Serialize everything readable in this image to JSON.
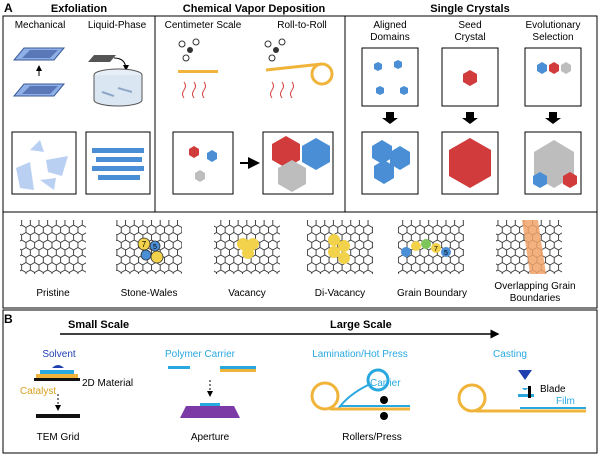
{
  "panel_a": {
    "letter": "A",
    "exfoliation": {
      "title": "Exfoliation",
      "mechanical": "Mechanical",
      "liquid_phase": "Liquid-Phase"
    },
    "cvd": {
      "title": "Chemical Vapor Deposition",
      "centimeter": "Centimeter Scale",
      "roll": "Roll-to-Roll"
    },
    "single": {
      "title": "Single Crystals",
      "aligned_1": "Aligned",
      "aligned_2": "Domains",
      "seed_1": "Seed",
      "seed_2": "Crystal",
      "evo_1": "Evolutionary",
      "evo_2": "Selection"
    },
    "defects": {
      "pristine": "Pristine",
      "stone_wales": "Stone-Wales",
      "vacancy": "Vacancy",
      "di_vacancy": "Di-Vacancy",
      "grain_boundary": "Grain Boundary",
      "overlap_1": "Overlapping Grain",
      "overlap_2": "Boundaries",
      "ring7": "7",
      "ring5": "5"
    }
  },
  "panel_b": {
    "letter": "B",
    "small_scale": "Small Scale",
    "large_scale": "Large Scale",
    "solvent": "Solvent",
    "material": "2D Material",
    "catalyst": "Catalyst",
    "tem_grid": "TEM Grid",
    "polymer_carrier": "Polymer Carrier",
    "aperture": "Aperture",
    "lamination": "Lamination/Hot Press",
    "carrier": "Carrier",
    "rollers": "Rollers/Press",
    "casting": "Casting",
    "blade": "Blade",
    "film": "Film"
  },
  "colors": {
    "blue": "#4a8ed6",
    "cyan": "#29a8e0",
    "gold": "#f0b43a",
    "red": "#d23b3b",
    "gray": "#bdbdbd",
    "purple": "#7b3aa6",
    "yellow": "#f2d24a",
    "green": "#7cc65a",
    "orange": "#f2a36a"
  }
}
